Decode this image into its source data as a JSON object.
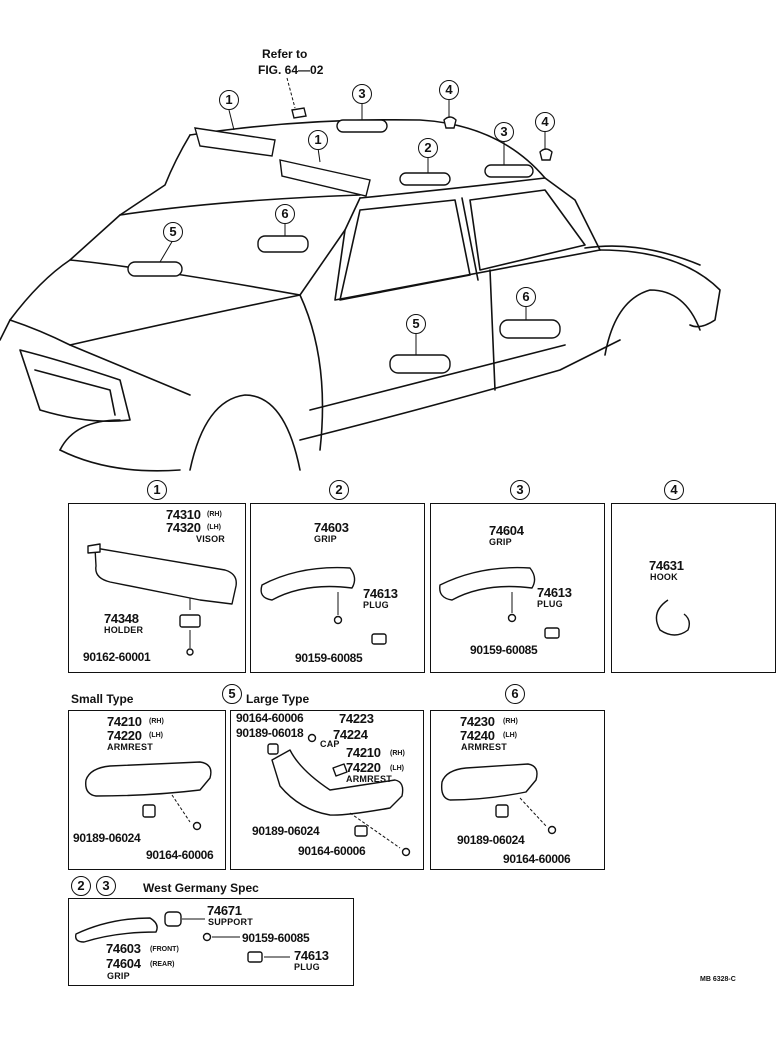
{
  "header": {
    "refer_line1": "Refer to",
    "refer_line2": "FIG. 64—02"
  },
  "callouts": [
    "1",
    "2",
    "3",
    "4",
    "5",
    "6"
  ],
  "panels": {
    "p1": {
      "number": "1",
      "visor_rh": "74310",
      "visor_rh_sfx": "(RH)",
      "visor_lh": "74320",
      "visor_lh_sfx": "(LH)",
      "visor_name": "VISOR",
      "holder_pn": "74348",
      "holder_name": "HOLDER",
      "screw_pn": "90162-60001"
    },
    "p2": {
      "number": "2",
      "grip_pn": "74603",
      "grip_name": "GRIP",
      "plug_pn": "74613",
      "plug_name": "PLUG",
      "screw_pn": "90159-60085"
    },
    "p3": {
      "number": "3",
      "grip_pn": "74604",
      "grip_name": "GRIP",
      "plug_pn": "74613",
      "plug_name": "PLUG",
      "screw_pn": "90159-60085"
    },
    "p4": {
      "number": "4",
      "hook_pn": "74631",
      "hook_name": "HOOK"
    },
    "p5": {
      "number": "5",
      "small_label": "Small Type",
      "large_label": "Large Type",
      "small": {
        "rh": "74210",
        "rh_sfx": "(RH)",
        "lh": "74220",
        "lh_sfx": "(LH)",
        "name": "ARMREST",
        "nut_pn": "90189-06024",
        "screw_pn": "90164-60006"
      },
      "large": {
        "screw_top": "90164-60006",
        "cap_pn": "74223",
        "nut_top": "90189-06018",
        "cap_name": "CAP",
        "cap2_pn": "74224",
        "rh": "74210",
        "rh_sfx": "(RH)",
        "lh": "74220",
        "lh_sfx": "(LH)",
        "name": "ARMREST",
        "nut_pn": "90189-06024",
        "screw_pn": "90164-60006"
      }
    },
    "p6": {
      "number": "6",
      "rh": "74230",
      "rh_sfx": "(RH)",
      "lh": "74240",
      "lh_sfx": "(LH)",
      "name": "ARMREST",
      "nut_pn": "90189-06024",
      "screw_pn": "90164-60006"
    },
    "wg": {
      "num_a": "2",
      "num_b": "3",
      "title": "West Germany Spec",
      "support_pn": "74671",
      "support_name": "SUPPORT",
      "screw_pn": "90159-60085",
      "plug_pn": "74613",
      "plug_name": "PLUG",
      "grip_front": "74603",
      "grip_front_sfx": "(FRONT)",
      "grip_rear": "74604",
      "grip_rear_sfx": "(REAR)",
      "grip_name": "GRIP"
    }
  },
  "footer": {
    "code": "MB 6328-C"
  }
}
